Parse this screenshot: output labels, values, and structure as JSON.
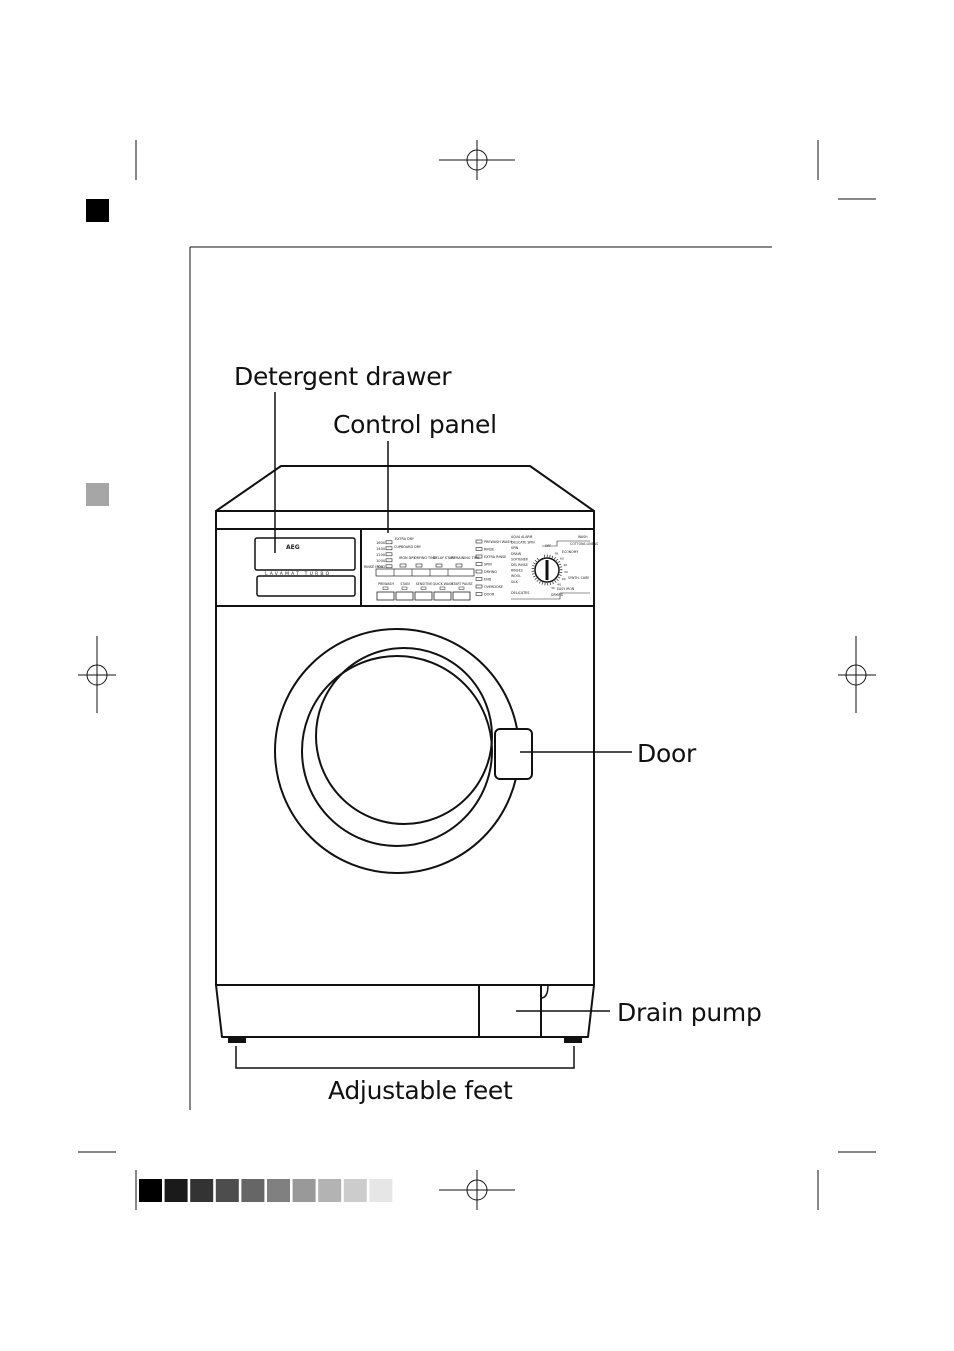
{
  "labels": {
    "detergent_drawer": "Detergent drawer",
    "control_panel": "Control panel",
    "door": "Door",
    "drain_pump": "Drain pump",
    "adjustable_feet": "Adjustable feet"
  },
  "drawer": {
    "brand": "AEG",
    "model": "LAVAMAT TURBO"
  },
  "control_panel": {
    "spin_speeds": [
      "1600",
      "1400",
      "1200",
      "1000",
      "700"
    ],
    "rinse_hold": "RINSE HOLD",
    "drying_labels": {
      "extra_dry": "EXTRA DRY",
      "cupboard_dry": "CUPBOARD DRY",
      "iron_dry": "IRON DRY",
      "drying_time": "DRYING TIME",
      "delay_start": "DELAY START",
      "remaining_time": "REMAINING TIME"
    },
    "buttons": [
      "PREWASH",
      "STAIN",
      "SENSITIVE",
      "QUICK WASH",
      "START PAUSE"
    ],
    "status_leds": [
      "PREWASH WASH",
      "RINSE",
      "EXTRA RINSE",
      "SPIN",
      "DRYING",
      "END",
      "OVERDOSE",
      "DOOR"
    ],
    "dial_left": [
      "AQUA ALARM",
      "DELICATE SPIN",
      "SPIN",
      "DRAIN",
      "SOFTENER",
      "DEL RINSE",
      "RINSES",
      "WOOL",
      "SILK"
    ],
    "dial_right": [
      "WASH",
      "COTTONS LINENS",
      "ECONOMY",
      "OFF",
      "SYNTH. CARE",
      "EASY IRON",
      "DRYING"
    ],
    "dial_bottom": "DELICATES",
    "temperatures": [
      "95",
      "60",
      "40",
      "30",
      "60",
      "40",
      "30"
    ]
  },
  "colors": {
    "line": "#111111",
    "gray_square": "#a6a6a6",
    "color_bar": [
      "#000000",
      "#1a1a1a",
      "#333333",
      "#4d4d4d",
      "#666666",
      "#808080",
      "#999999",
      "#b3b3b3",
      "#cccccc",
      "#e6e6e6"
    ]
  }
}
